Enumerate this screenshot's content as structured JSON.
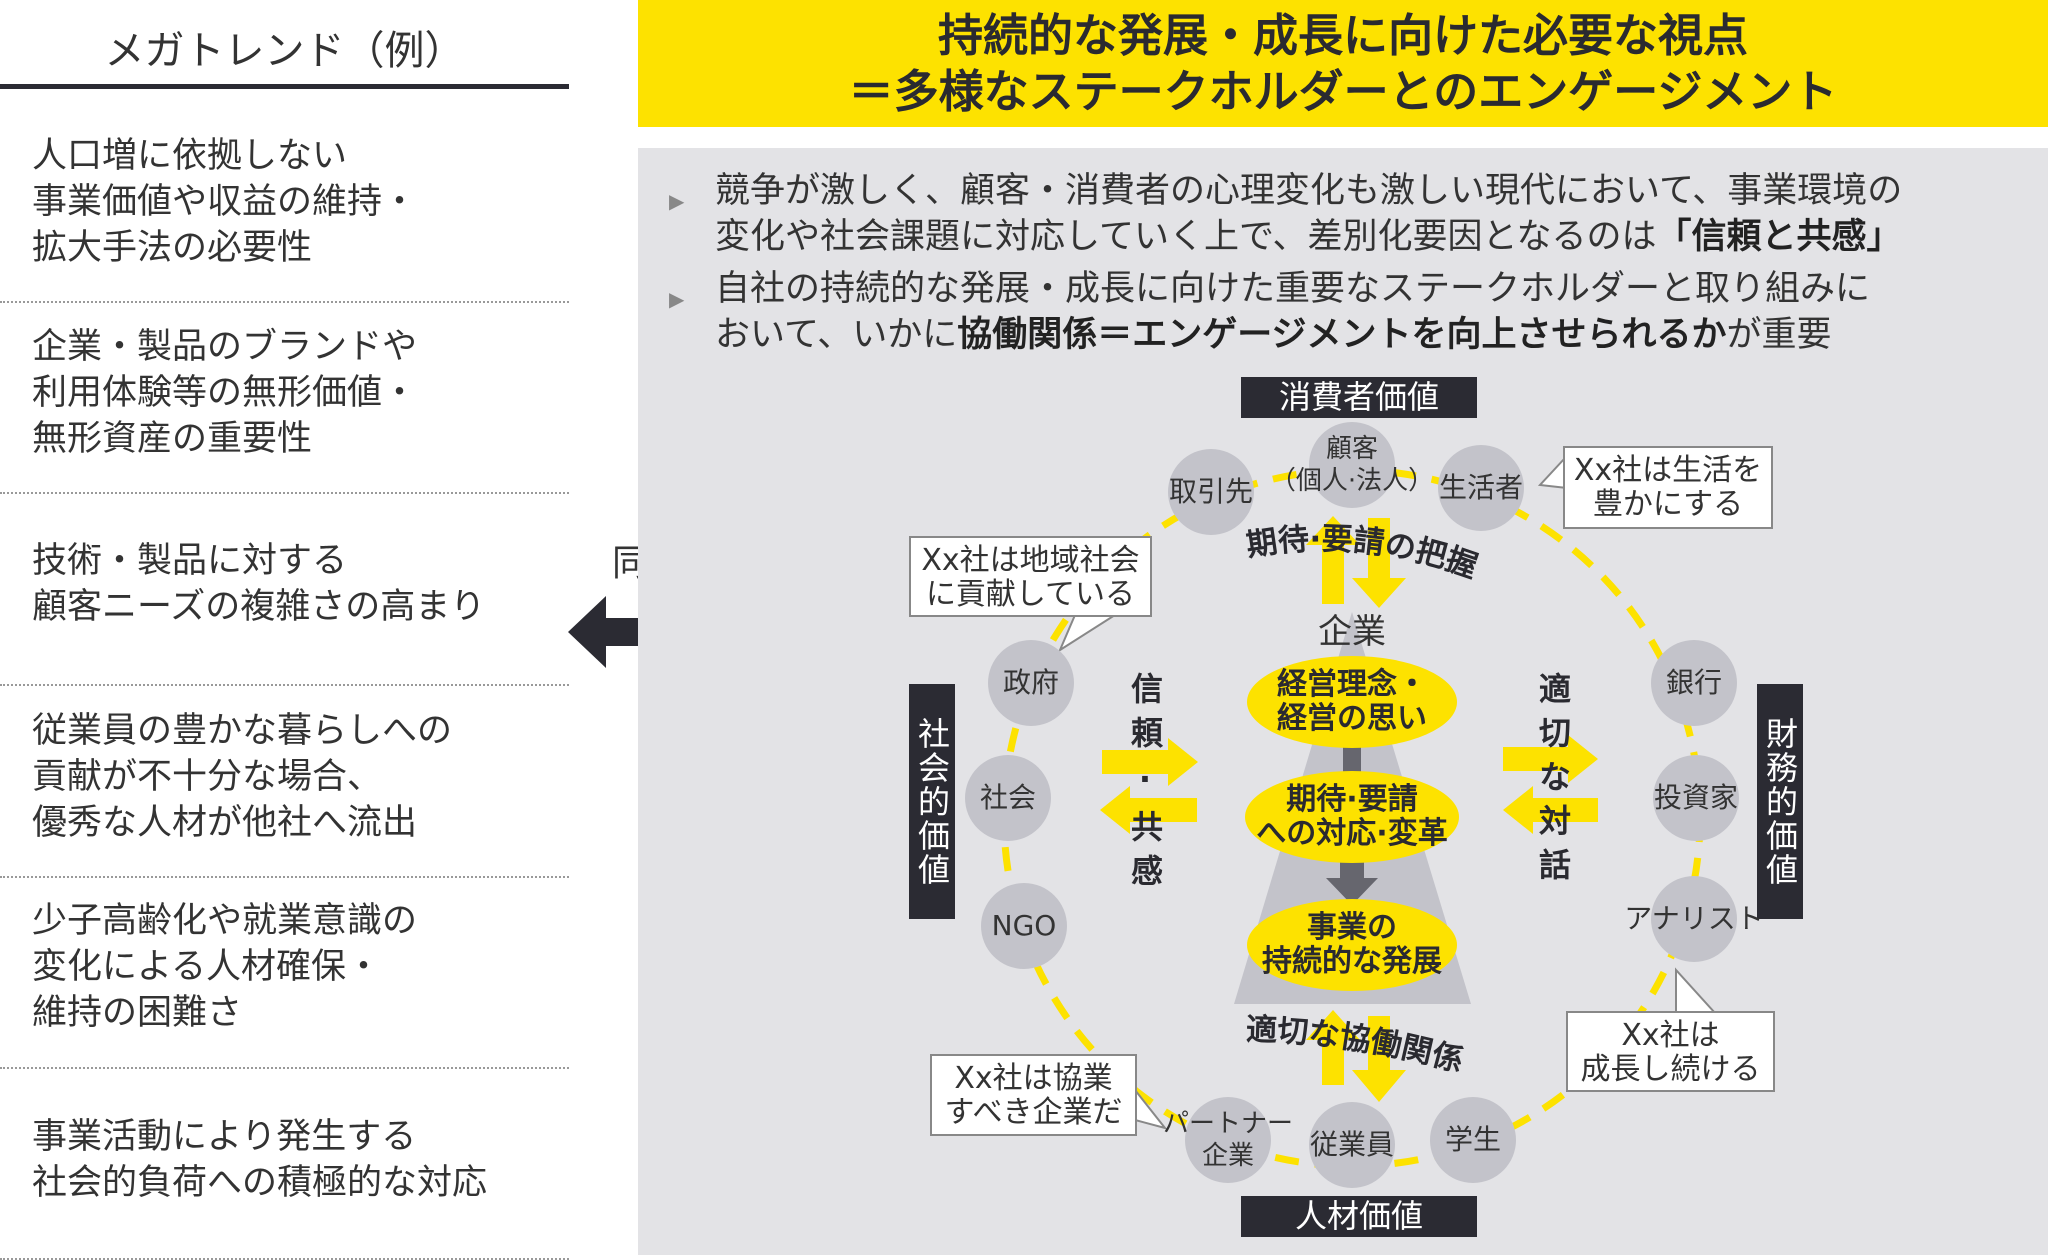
{
  "left_panel": {
    "title": "メガトレンド（例）",
    "items": [
      "人口増に依拠しない\n事業価値や収益の維持・\n拡大手法の必要性",
      "企業・製品のブランドや\n利用体験等の無形価値・\n無形資産の重要性",
      "技術・製品に対する\n顧客ニーズの複雑さの高まり",
      "従業員の豊かな暮らしへの\n貢献が不十分な場合、\n優秀な人材が他社へ流出",
      "少子高齢化や就業意識の\n変化による人材確保・\n維持の困難さ",
      "事業活動により発生する\n社会的負荷への積極的な対応"
    ]
  },
  "sync_label": "同期化",
  "header": {
    "line1": "持続的な発展・成長に向けた必要な視点",
    "line2": "＝多様なステークホルダーとのエンゲージメント"
  },
  "bullets": [
    {
      "l1": "競争が激しく、顧客・消費者の心理変化も激しい現代において、事業環境の",
      "l2a": "変化や社会課題に対応していく上で、差別化要因となるのは",
      "l2b": "「信頼と共感」"
    },
    {
      "l1": "自社の持続的な発展・成長に向けた重要なステークホルダーと取り組みに",
      "l2a": "おいて、いかに",
      "l2b": "協働関係＝エンゲージメントを向上させられるか",
      "l2c": "が重要"
    }
  ],
  "diagram": {
    "value_labels": {
      "top": "消費者価値",
      "bottom": "人材価値",
      "left": "社会的価値",
      "right": "財務的価値"
    },
    "nodes": {
      "torihikisaki": "取引先",
      "kokyaku": "顧客\n（個人·法人）",
      "seikatsusha": "生活者",
      "seifu": "政府",
      "shakai": "社会",
      "ngo": "NGO",
      "ginko": "銀行",
      "toshika": "投資家",
      "analyst": "アナリスト",
      "partner": "パートナー\n企業",
      "jugyoin": "従業員",
      "gakusei": "学生"
    },
    "callouts": {
      "seikatsu": "Xx社は生活を\n豊かにする",
      "chiiki": "Xx社は地域社会\nに貢献している",
      "kyogyo": "Xx社は協業\nすべき企業だ",
      "seicho": "Xx社は\n成長し続ける"
    },
    "company": "企業",
    "center": {
      "philosophy": "経営理念・\n経営の思い",
      "response": "期待·要請\nへの対応·変革",
      "growth": "事業の\n持続的な発展"
    },
    "arrow_labels": {
      "top": "期待·要請の把握",
      "bottom": "適切な協働関係",
      "left": "信頼·共感",
      "right": "適切な対話"
    },
    "colors": {
      "yellow": "#fde200",
      "dark": "#2b2b33",
      "node": "#c3c3ca"
    }
  }
}
